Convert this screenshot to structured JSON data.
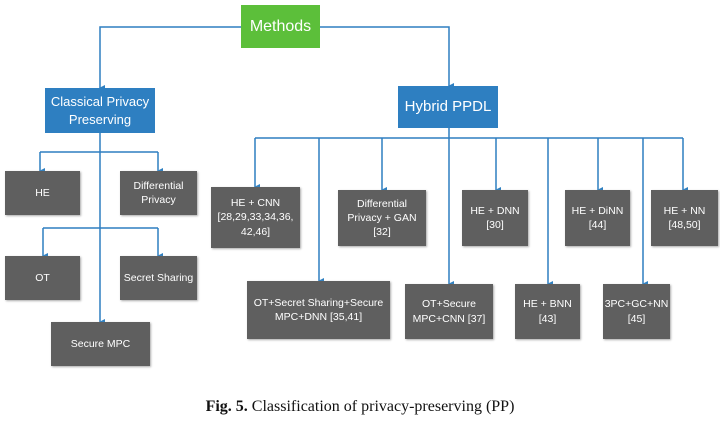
{
  "root": {
    "label": "Methods"
  },
  "branches": {
    "classical": {
      "label": "Classical Privacy Preserving",
      "items": [
        "HE",
        "Differential Privacy",
        "OT",
        "Secret Sharing",
        "Secure MPC"
      ]
    },
    "hybrid": {
      "label": "Hybrid PPDL",
      "items": [
        "HE + CNN [28,29,33,34,36, 42,46]",
        "OT+Secret Sharing+Secure MPC+DNN [35,41]",
        "Differential Privacy + GAN [32]",
        "OT+Secure MPC+CNN [37]",
        "HE + DNN [30]",
        "HE + BNN [43]",
        "HE + DiNN [44]",
        "3PC+GC+NN [45]",
        "HE + NN [48,50]"
      ]
    }
  },
  "caption": {
    "prefix": "Fig. 5.",
    "text": "Classification of privacy-preserving (PP)"
  },
  "colors": {
    "root": "#5cbf3a",
    "branch": "#2e7fc1",
    "leaf": "#5f5f5f",
    "connector": "#2e7fc1"
  }
}
